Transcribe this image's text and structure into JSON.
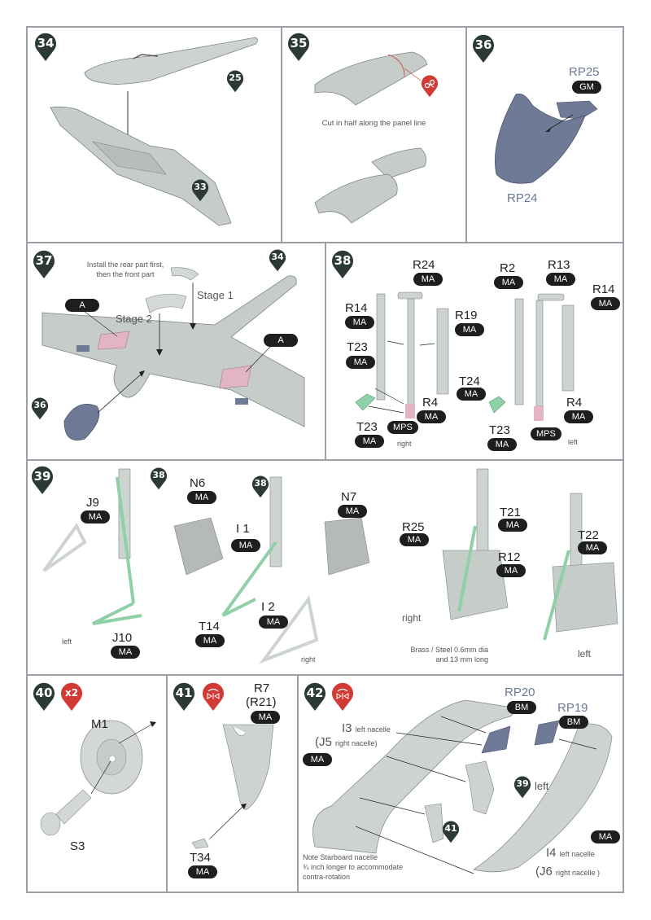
{
  "colors": {
    "step_badge": "#2b3a37",
    "alert_badge": "#d23a36",
    "tag_bg": "#1e1e1e",
    "part_grey": "#cdd3cf",
    "part_green": "#8fd0a6",
    "part_blue": "#6f7a96",
    "part_pink": "#e3b4c1",
    "frame": "#9aa0a6"
  },
  "steps": {
    "s34": {
      "number": "34",
      "refs": [
        "25",
        "33"
      ]
    },
    "s35": {
      "number": "35",
      "badge_icon": "scissors-icon",
      "note": "Cut in half along the panel line"
    },
    "s36": {
      "number": "36",
      "parts": [
        {
          "id": "RP25",
          "paint": "GM"
        },
        {
          "id": "RP24"
        }
      ]
    },
    "s37": {
      "number": "37",
      "ref_top": "34",
      "ref_nose": "36",
      "note_line1": "Install the rear part first,",
      "note_line2": "then the front part",
      "stage1": "Stage 1",
      "stage2": "Stage 2",
      "marker_left": "A",
      "marker_right": "A"
    },
    "s38": {
      "number": "38",
      "right": {
        "side_label": "right",
        "parts": [
          {
            "id": "R24",
            "paint": "MA"
          },
          {
            "id": "R14",
            "paint": "MA"
          },
          {
            "id": "R19",
            "paint": "MA"
          },
          {
            "id": "T23",
            "paint": "MA"
          },
          {
            "id": "R4",
            "paint": "MA"
          },
          {
            "id": "T23",
            "paint": "MA"
          }
        ],
        "mps": "MPS"
      },
      "left": {
        "side_label": "left",
        "parts": [
          {
            "id": "R2",
            "paint": "MA"
          },
          {
            "id": "R13",
            "paint": "MA"
          },
          {
            "id": "R14",
            "paint": "MA"
          },
          {
            "id": "T24",
            "paint": "MA"
          },
          {
            "id": "R4",
            "paint": "MA"
          },
          {
            "id": "T23",
            "paint": "MA"
          }
        ],
        "mps": "MPS"
      }
    },
    "s39": {
      "number": "39",
      "ref_a": "38",
      "ref_b": "38",
      "left_assembly": {
        "side_label": "left",
        "parts": [
          {
            "id": "N6",
            "paint": "MA"
          },
          {
            "id": "J9",
            "paint": "MA"
          },
          {
            "id": "J10",
            "paint": "MA"
          }
        ]
      },
      "right_assembly": {
        "side_label": "right",
        "parts": [
          {
            "id": "N7",
            "paint": "MA"
          },
          {
            "id": "I 1",
            "paint": "MA"
          },
          {
            "id": "I 2",
            "paint": "MA"
          },
          {
            "id": "T14",
            "paint": "MA"
          }
        ]
      },
      "result": {
        "right_label": "right",
        "left_label": "left",
        "parts": [
          {
            "id": "R25",
            "paint": "MA"
          },
          {
            "id": "T21",
            "paint": "MA"
          },
          {
            "id": "R12",
            "paint": "MA"
          },
          {
            "id": "T22",
            "paint": "MA"
          }
        ],
        "wire_note_line1": "Brass / Steel 0.6mm dia",
        "wire_note_line2": "and 13 mm long"
      }
    },
    "s40": {
      "number": "40",
      "qty_badge": "x2",
      "parts": [
        {
          "id": "M1"
        },
        {
          "id": "S3"
        }
      ]
    },
    "s41": {
      "number": "41",
      "badge_icon": "mirror-flip-icon",
      "part_id": "R7",
      "part_alt": "(R21)",
      "part_paint": "MA",
      "small_part": {
        "id": "T34",
        "paint": "MA"
      }
    },
    "s42": {
      "number": "42",
      "badge_icon": "mirror-flip-icon",
      "rp20": {
        "id": "RP20",
        "paint": "BM"
      },
      "rp19": {
        "id": "RP19",
        "paint": "BM"
      },
      "i3_id": "I3",
      "i3_text": "left nacelle",
      "j5_id": "(J5",
      "j5_text": "right nacelle)",
      "ma_left": "MA",
      "ref_39": "39",
      "ref_39_text": "left",
      "ref_41": "41",
      "ma_right": "MA",
      "i4_id": "I4",
      "i4_text": "left nacelle",
      "j6_id": "(J6",
      "j6_text": "right nacelle )",
      "note_line1": "Note Starboard nacelle",
      "note_line2": "¾ inch longer to accommodate",
      "note_line3": "contra-rotation"
    }
  }
}
